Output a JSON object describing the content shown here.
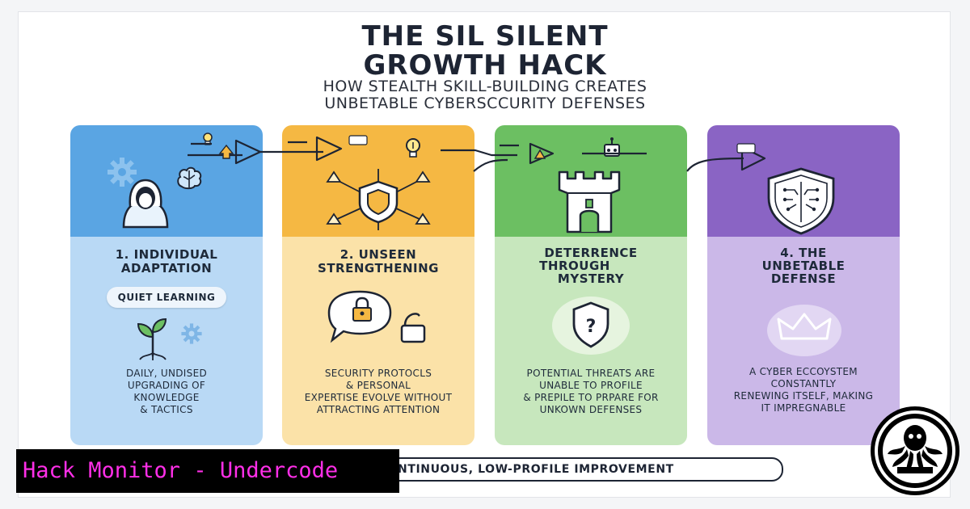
{
  "title_line1": "THE SIL SILENT",
  "title_line2": "GROWTH HACK",
  "subtitle_line1": "HOW STEALTH SKILL-BUILDING CREATES",
  "subtitle_line2": "UNBETABLE CYBERSCCURITY DEFENSES",
  "columns": [
    {
      "heading_line1": "1. INDIVIDUAL",
      "heading_line2": "ADAPTATION",
      "pill": "QUIET LEARNING",
      "desc": [
        "DAILY, UNDISED",
        "UPGRADING OF",
        "KNOWLEDGE",
        "& TACTICS"
      ]
    },
    {
      "heading_line1": "2. UNSEEN",
      "heading_line2": "STRENGTHENING",
      "desc": [
        "SECURITY PROTOCLS",
        "& PERSONAL",
        "EXPERTISE EVOLVE WITHOUT",
        "ATTRACTING ATTENTION"
      ]
    },
    {
      "heading_line1": "DETERRENCE",
      "heading_line2": "THROUGH",
      "heading_line3": "MYSTERY",
      "desc": [
        "POTENTIAL THREATS ARE",
        "UNABLE TO PROFILE",
        "& PREPILE TO PRPARE FOR",
        "UNKOWN DEFENSES"
      ]
    },
    {
      "heading_line1": "4. THE",
      "heading_line2": "UNBETABLE",
      "heading_line3": "DEFENSE",
      "desc": [
        "A CYBER ECCOYSTEM",
        "CONSTANTLY",
        "RENEWING ITSELF, MAKING",
        "IT IMPREGNABLE"
      ]
    }
  ],
  "banner": "NTINUOUS, LOW-PROFILE IMPROVEMENT",
  "watermark": "Hack Monitor - Undercode",
  "colors": {
    "blue": "#5aa5e3",
    "yellow": "#f5b843",
    "green": "#6cbf62",
    "purple": "#8a64c4",
    "watermark_text": "#ff2fe8"
  },
  "icons": [
    "hooded-user-icon",
    "brain-icon",
    "gear-icon",
    "shield-network-icon",
    "lightbulb-icon",
    "castle-tower-icon",
    "circuit-shield-icon",
    "chat-bubble-icon",
    "padlock-icon",
    "sprout-icon",
    "question-shield-icon",
    "crown-icon",
    "octopus-logo-icon"
  ]
}
